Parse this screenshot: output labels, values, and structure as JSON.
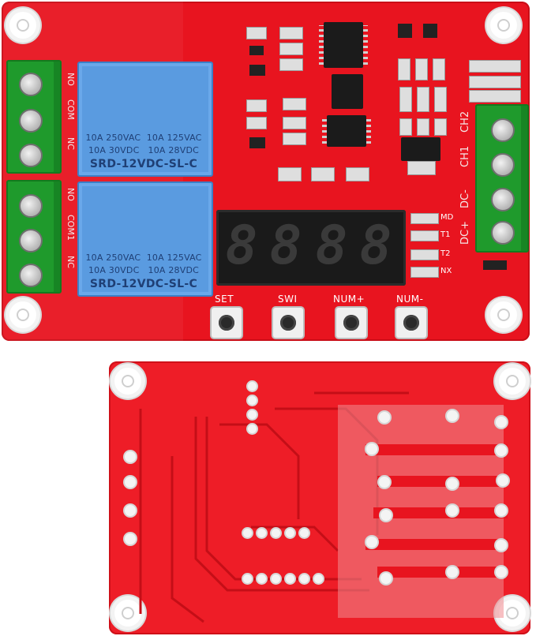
{
  "relays": [
    {
      "rating_line1": "10A 250VAC  10A 125VAC",
      "rating_line2": "10A 30VDC   10A 28VDC",
      "model": "SRD-12VDC-SL-C"
    },
    {
      "rating_line1": "10A 250VAC  10A 125VAC",
      "rating_line2": "10A 30VDC   10A 28VDC",
      "model": "SRD-12VDC-SL-C"
    }
  ],
  "terminal_labels": {
    "relay1": [
      "NO",
      "COM",
      "NC"
    ],
    "relay2": [
      "NO",
      "COM1",
      "NC"
    ],
    "power": [
      "DC+",
      "DC-",
      "CH1",
      "CH2"
    ]
  },
  "display": {
    "digits": [
      "8",
      "8",
      "8",
      "8"
    ]
  },
  "indicators": [
    "MD",
    "T1",
    "T2",
    "NX"
  ],
  "buttons": [
    "SET",
    "SWI",
    "NUM+",
    "NUM-"
  ],
  "colors": {
    "pcb": "#e8141f",
    "terminal": "#1f9a2c",
    "relay": "#5a9be0",
    "display": "#1a1a1a"
  }
}
